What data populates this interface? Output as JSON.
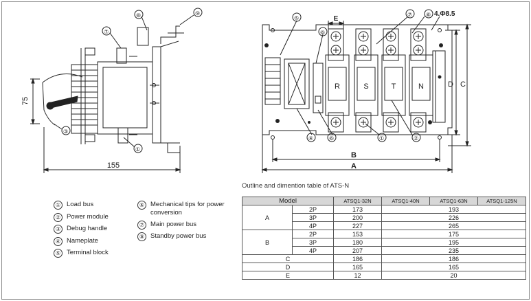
{
  "left_drawing": {
    "callouts": [
      "⑧",
      "⑨",
      "⑦",
      "③",
      "①"
    ],
    "dim_height": "75",
    "dim_width": "155"
  },
  "right_drawing": {
    "callouts": [
      "⑤",
      "⑥",
      "⑦",
      "⑧",
      "④",
      "⑥",
      "①",
      "②"
    ],
    "hole_label": "4.Φ8.5",
    "dim_labels": {
      "E": "E",
      "D": "D",
      "C": "C",
      "B": "B",
      "A": "A"
    },
    "phase_labels": [
      "R",
      "S",
      "T",
      "N"
    ]
  },
  "legend": [
    {
      "num": "①",
      "text": "Load bus"
    },
    {
      "num": "②",
      "text": "Power module"
    },
    {
      "num": "③",
      "text": "Debug handle"
    },
    {
      "num": "④",
      "text": "Nameplate"
    },
    {
      "num": "⑤",
      "text": "Terminal block"
    },
    {
      "num": "⑥",
      "text": "Mechanical tips for power conversion"
    },
    {
      "num": "⑦",
      "text": "Main power bus"
    },
    {
      "num": "⑧",
      "text": "Standby power bus"
    }
  ],
  "table": {
    "caption": "Outline and dimention table of ATS-N",
    "header": {
      "model": "Model",
      "cols": [
        "ATSQ1-32N",
        "ATSQ1-40N",
        "ATSQ1-63N",
        "ATSQ1-125N"
      ]
    },
    "rows": [
      {
        "group": "A",
        "pole": "2P",
        "v1": "173",
        "v2": "193"
      },
      {
        "group": "",
        "pole": "3P",
        "v1": "200",
        "v2": "226"
      },
      {
        "group": "",
        "pole": "4P",
        "v1": "227",
        "v2": "265"
      },
      {
        "group": "B",
        "pole": "2P",
        "v1": "153",
        "v2": "175"
      },
      {
        "group": "",
        "pole": "3P",
        "v1": "180",
        "v2": "195"
      },
      {
        "group": "",
        "pole": "4P",
        "v1": "207",
        "v2": "235"
      },
      {
        "group": "C",
        "pole": "",
        "v1": "186",
        "v2": "186"
      },
      {
        "group": "D",
        "pole": "",
        "v1": "165",
        "v2": "165"
      },
      {
        "group": "E",
        "pole": "",
        "v1": "12",
        "v2": "20"
      }
    ]
  }
}
